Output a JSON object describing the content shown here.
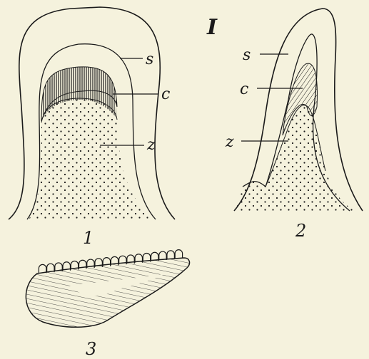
{
  "plate_label": "I",
  "figures": [
    {
      "number": "1",
      "labels": {
        "enamel": "s",
        "dentine": "c",
        "pulp": "z"
      }
    },
    {
      "number": "2",
      "labels": {
        "enamel": "s",
        "dentine": "c",
        "pulp": "z"
      }
    },
    {
      "number": "3"
    }
  ],
  "colors": {
    "ink": "#1a1a1a",
    "paper": "#f5f2dd"
  }
}
